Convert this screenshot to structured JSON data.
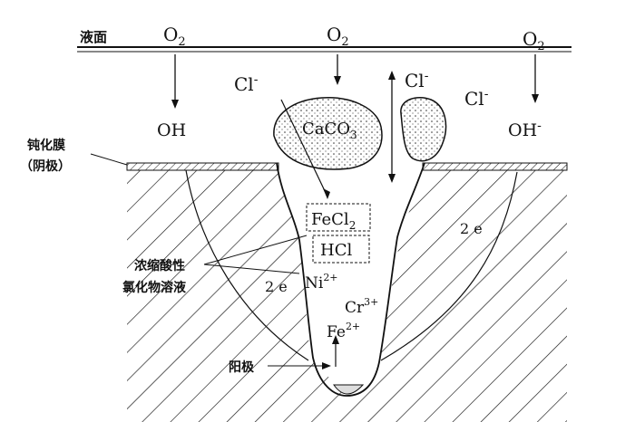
{
  "labels": {
    "surface": "液面",
    "o2_left": "O",
    "o2_mid": "O",
    "o2_right": "O",
    "o2_sub": "2",
    "oh_left": "OH",
    "oh_right": "OH",
    "oh_right_sup": "-",
    "cl_left": "Cl",
    "cl_mid": "Cl",
    "cl_right": "Cl",
    "cl_sup": "-",
    "passive_film": "钝化膜",
    "cathode": "（阴极）",
    "caco3": "CaCO",
    "caco3_sub": "3",
    "fecl2": "FeCl",
    "fecl2_sub": "2",
    "hcl": "HCl",
    "conc_line1": "浓缩酸性",
    "conc_line2": "氯化物溶液",
    "two_e_left": "2 e",
    "two_e_right": "2 e",
    "ni": "Ni",
    "ni_sup": "2+",
    "cr": "Cr",
    "cr_sup": "3+",
    "fe": "Fe",
    "fe_sup": "2+",
    "anode": "阳极"
  }
}
